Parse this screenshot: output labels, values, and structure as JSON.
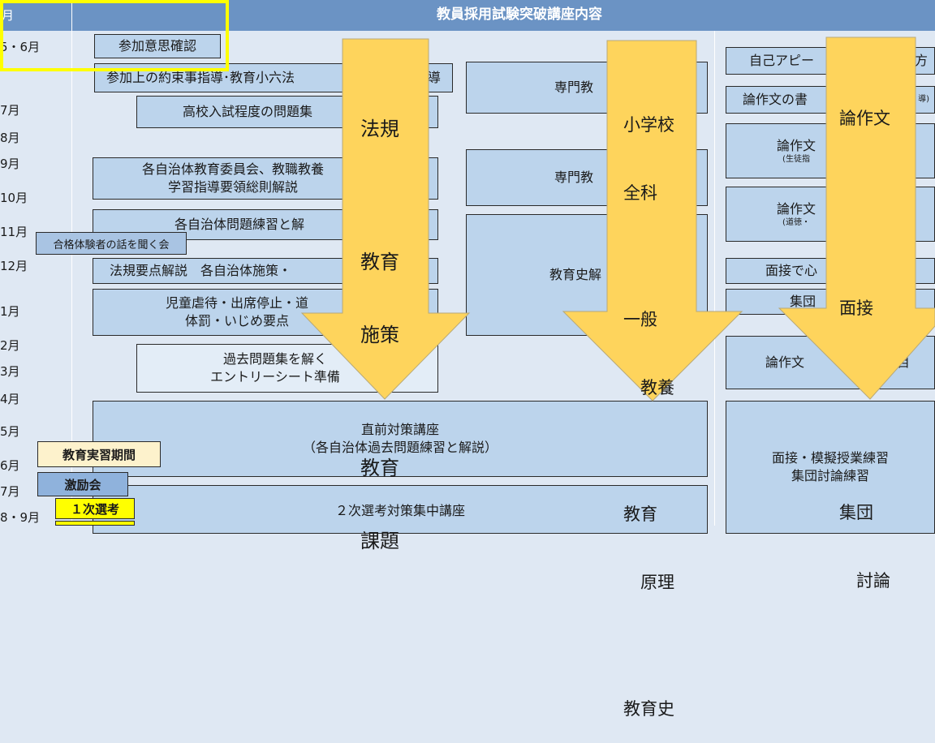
{
  "header": {
    "title": "教員採用試験突破講座内容",
    "month_col": "月"
  },
  "months": [
    "5・6月",
    "7月",
    "8月",
    "9月",
    "10月",
    "11月",
    "12月",
    "1月",
    "2月",
    "3月",
    "4月",
    "5月",
    "6月",
    "7月",
    "8・9月"
  ],
  "col1": {
    "b1": "参加意思確認",
    "b2": "参加上の約束事指導･教育小六法",
    "b2_tail": "導",
    "b3": "高校入試程度の問題集",
    "b4_l1": "各自治体教育委員会、教職教養",
    "b4_l2": "学習指導要領総則解説",
    "b5": "各自治体問題練習と解",
    "b6": "法規要点解説　各自治体施策・",
    "b7_l1": "児童虐待・出席停止・道",
    "b7_l2": "体罰・いじめ要点",
    "b8_l1": "過去問題集を解く",
    "b8_l2": "エントリーシート準備",
    "tag_meeting": "合格体験者の話を聞く会"
  },
  "col2": {
    "b1": "専門教",
    "b2": "専門教",
    "b3": "教育史解"
  },
  "col3": {
    "b1_l": "自己アピー",
    "b1_r": "方",
    "b2_l": "論作文の書",
    "b2_r": "導)",
    "b3_l1": "論作文",
    "b3_l2": "(生徒指",
    "b4_l1": "論作文",
    "b4_l2": "(道徳・",
    "b5": "面接で心",
    "b6": "集団",
    "b7_l": "論作文",
    "b7_r": "目"
  },
  "wide": {
    "w1_l1": "直前対策講座",
    "w1_l2": "（各自治体過去問題練習と解説）",
    "w2": "２次選考対策集中講座",
    "w3_l1": "面接・模擬授業練習",
    "w3_l2": "集団討論練習"
  },
  "tags": {
    "kyoiku_jisshu": "教育実習期間",
    "gekireikai": "激励会",
    "ichiji": "１次選考"
  },
  "arrows": {
    "a1": [
      "法規",
      "",
      "教育",
      "施策",
      "",
      "教育",
      "課題"
    ],
    "a2": [
      "小学校",
      "全科",
      "",
      "一般",
      "　教養",
      "",
      "教育",
      "　原理",
      "",
      "教育史"
    ],
    "a3": [
      "論作文",
      "",
      "",
      "面接",
      "",
      "",
      "集団",
      "　討論"
    ]
  },
  "colors": {
    "header": "#6b93c4",
    "box": "#bcd4ec",
    "arrow": "#fed45c",
    "highlight": "#ffff00"
  }
}
